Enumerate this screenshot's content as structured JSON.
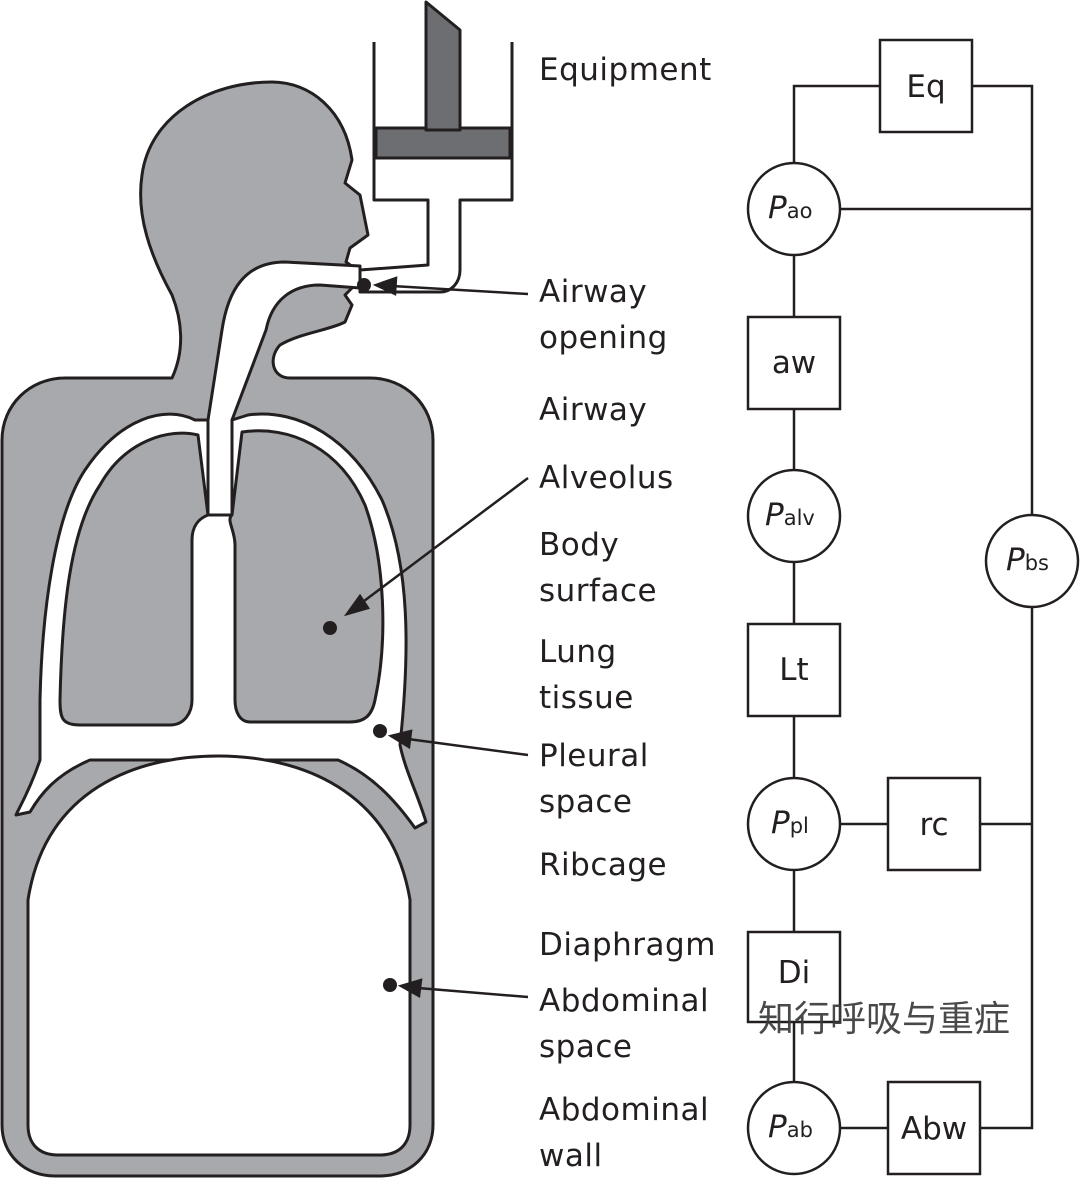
{
  "labels": {
    "equipment": "Equipment",
    "airway_opening": "Airway\nopening",
    "airway": "Airway",
    "alveolus": "Alveolus",
    "body_surface": "Body\nsurface",
    "lung_tissue": "Lung\ntissue",
    "pleural_space": "Pleural\nspace",
    "ribcage": "Ribcage",
    "diaphragm": "Diaphragm",
    "abdominal_space": "Abdominal\nspace",
    "abdominal_wall": "Abdominal\nwall"
  },
  "circuit": {
    "boxes": {
      "eq": "Eq",
      "aw": "aw",
      "lt": "Lt",
      "rc": "rc",
      "di": "Di",
      "abw": "Abw"
    },
    "nodes": {
      "pao": {
        "main": "P",
        "sub": "ao"
      },
      "palv": {
        "main": "P",
        "sub": "alv"
      },
      "ppl": {
        "main": "P",
        "sub": "pl"
      },
      "pab": {
        "main": "P",
        "sub": "ab"
      },
      "pbs": {
        "main": "P",
        "sub": "bs"
      }
    }
  },
  "watermark": "知行呼吸与重症",
  "colors": {
    "body_fill": "#a7a9ac",
    "dark_fill": "#6d6e71",
    "line": "#231f20",
    "background": "#ffffff"
  }
}
